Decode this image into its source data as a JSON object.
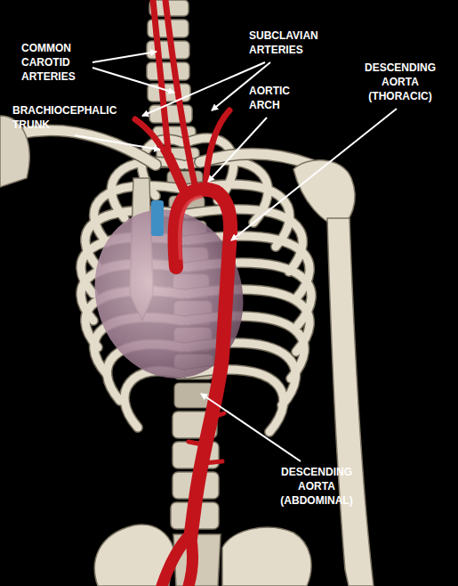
{
  "diagram": {
    "labels": [
      "COMMON CAROTID ARTERIES",
      "SUBCLAVIAN ARTERIES",
      "AORTIC ARCH",
      "DESCENDING AORTA (THORACIC)",
      "BRACHIOCEPHALIC TRUNK",
      "DESCENDING AORTA (ABDOMINAL)"
    ]
  }
}
